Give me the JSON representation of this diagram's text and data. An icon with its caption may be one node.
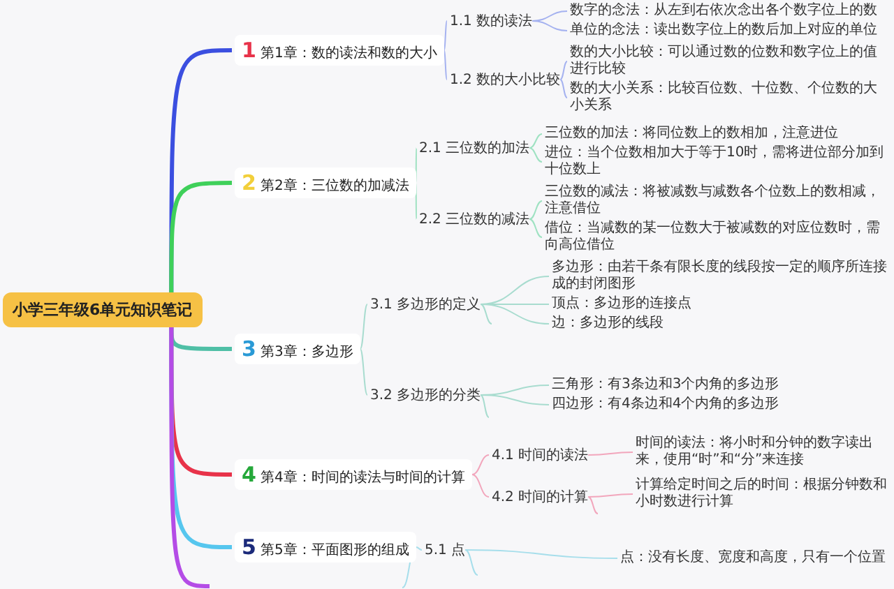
{
  "diagram": {
    "nodes": [
      {
        "text": [
          "小学三年级6单元知识笔记"
        ]
      },
      {
        "text": [
          "1",
          "第1章：数的读法和数的大小"
        ]
      },
      {
        "text": [
          "1.1 数的读法"
        ]
      },
      {
        "text": [
          "数字的念法：从左到右依次念出各个数字位上的数"
        ]
      },
      {
        "text": [
          "单位的念法：读出数字位上的数后加上对应的单位"
        ]
      },
      {
        "text": [
          "1.2 数的大小比较"
        ]
      },
      {
        "text": [
          "数的大小比较：可以通过数的位数和数字位上的值进行比较"
        ]
      },
      {
        "text": [
          "数的大小关系：比较百位数、十位数、个位数的大小关系"
        ]
      },
      {
        "text": [
          "2",
          "第2章：三位数的加减法"
        ]
      },
      {
        "text": [
          "2.1 三位数的加法"
        ]
      },
      {
        "text": [
          "三位数的加法：将同位数上的数相加，注意进位"
        ]
      },
      {
        "text": [
          "进位：当个位数相加大于等于10时，需将进位部分加到十位数上"
        ]
      },
      {
        "text": [
          "2.2 三位数的减法"
        ]
      },
      {
        "text": [
          "三位数的减法：将被减数与减数各个位数上的数相减，注意借位"
        ]
      },
      {
        "text": [
          "借位：当减数的某一位数大于被减数的对应位数时，需向高位借位"
        ]
      },
      {
        "text": [
          "3",
          "第3章：多边形"
        ]
      },
      {
        "text": [
          "3.1 多边形的定义"
        ]
      },
      {
        "text": [
          "多边形：由若干条有限长度的线段按一定的顺序所连接成的封闭图形"
        ]
      },
      {
        "text": [
          "顶点：多边形的连接点"
        ]
      },
      {
        "text": [
          "边：多边形的线段"
        ]
      },
      {
        "text": [
          "3.2 多边形的分类"
        ]
      },
      {
        "text": [
          "三角形：有3条边和3个内角的多边形"
        ]
      },
      {
        "text": [
          "四边形：有4条边和4个内角的多边形"
        ]
      },
      {
        "text": [
          "4",
          "第4章：时间的读法与时间的计算"
        ]
      },
      {
        "text": [
          "4.1 时间的读法"
        ]
      },
      {
        "text": [
          "时间的读法：将小时和分钟的数字读出来，使用“时”和“分”来连接"
        ]
      },
      {
        "text": [
          "4.2 时间的计算"
        ]
      },
      {
        "text": [
          "计算给定时间之后的时间：根据分钟数和小时数进行计算"
        ]
      },
      {
        "text": [
          "5",
          "第5章：平面图形的组成"
        ]
      },
      {
        "text": [
          "5.1 点"
        ]
      },
      {
        "text": [
          "点：没有长度、宽度和高度，只有一个位置"
        ]
      }
    ],
    "edges": [
      {
        "from": 0,
        "to": 1,
        "arrow": "none",
        "style": "thick",
        "color": "#3b4fe0"
      },
      {
        "from": 0,
        "to": 8,
        "arrow": "none",
        "style": "thick",
        "color": "#3fd05a"
      },
      {
        "from": 0,
        "to": 15,
        "arrow": "none",
        "style": "thick",
        "color": "#4fbfa6"
      },
      {
        "from": 0,
        "to": 23,
        "arrow": "none",
        "style": "thick",
        "color": "#e8334a"
      },
      {
        "from": 0,
        "to": 28,
        "arrow": "none",
        "style": "thick",
        "color": "#56c6ee"
      },
      {
        "from": 0,
        "to": null,
        "arrow": "none",
        "style": "thick",
        "color": "#b44ce6"
      },
      {
        "from": 1,
        "to": 2,
        "arrow": "none",
        "color": "#a5b2f0"
      },
      {
        "from": 1,
        "to": 5,
        "arrow": "none",
        "color": "#a5b2f0"
      },
      {
        "from": 2,
        "to": 3,
        "arrow": "none",
        "color": "#a5b2f0"
      },
      {
        "from": 2,
        "to": 4,
        "arrow": "none",
        "color": "#a5b2f0"
      },
      {
        "from": 5,
        "to": 6,
        "arrow": "none",
        "color": "#a5b2f0"
      },
      {
        "from": 5,
        "to": 7,
        "arrow": "none",
        "color": "#a5b2f0"
      },
      {
        "from": 8,
        "to": 9,
        "arrow": "none",
        "color": "#9fe2c2"
      },
      {
        "from": 8,
        "to": 12,
        "arrow": "none",
        "color": "#9fe2c2"
      },
      {
        "from": 9,
        "to": 10,
        "arrow": "none",
        "color": "#9fe2c2"
      },
      {
        "from": 9,
        "to": 11,
        "arrow": "none",
        "color": "#9fe2c2"
      },
      {
        "from": 12,
        "to": 13,
        "arrow": "none",
        "color": "#9fe2c2"
      },
      {
        "from": 12,
        "to": 14,
        "arrow": "none",
        "color": "#9fe2c2"
      },
      {
        "from": 15,
        "to": 16,
        "arrow": "none",
        "color": "#a8dccf"
      },
      {
        "from": 15,
        "to": 20,
        "arrow": "none",
        "color": "#a8dccf"
      },
      {
        "from": 16,
        "to": 17,
        "arrow": "none",
        "color": "#a8dccf"
      },
      {
        "from": 16,
        "to": 18,
        "arrow": "none",
        "color": "#a8dccf"
      },
      {
        "from": 16,
        "to": 19,
        "arrow": "none",
        "color": "#a8dccf"
      },
      {
        "from": 16,
        "to": null,
        "arrow": "none",
        "color": "#a8dccf"
      },
      {
        "from": 20,
        "to": 21,
        "arrow": "none",
        "color": "#a8dccf"
      },
      {
        "from": 20,
        "to": 22,
        "arrow": "none",
        "color": "#a8dccf"
      },
      {
        "from": 20,
        "to": null,
        "arrow": "none",
        "color": "#a8dccf"
      },
      {
        "from": 23,
        "to": 24,
        "arrow": "none",
        "color": "#f2a6bc"
      },
      {
        "from": 23,
        "to": 26,
        "arrow": "none",
        "color": "#f2a6bc"
      },
      {
        "from": 24,
        "to": 25,
        "arrow": "none",
        "color": "#f2a6bc"
      },
      {
        "from": 26,
        "to": 27,
        "arrow": "none",
        "color": "#f2a6bc"
      },
      {
        "from": 26,
        "to": null,
        "arrow": "none",
        "color": "#f2a6bc"
      },
      {
        "from": 28,
        "to": 29,
        "arrow": "none",
        "color": "#a6deeb"
      },
      {
        "from": 28,
        "to": null,
        "arrow": "none",
        "color": "#a6deeb"
      },
      {
        "from": 29,
        "to": 30,
        "arrow": "none",
        "color": "#a6deeb"
      },
      {
        "from": 29,
        "to": null,
        "arrow": "none",
        "color": "#a6deeb"
      }
    ]
  }
}
